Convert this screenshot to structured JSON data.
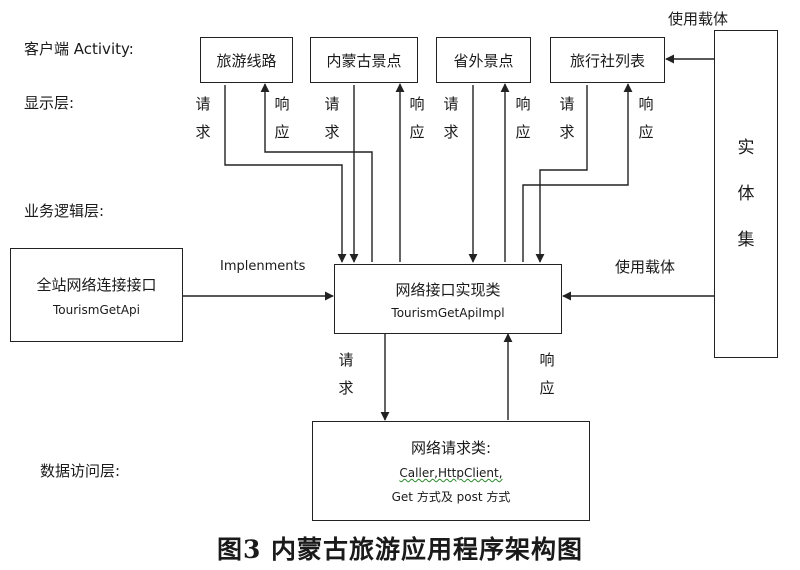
{
  "layers": {
    "client": "客户端 Activity:",
    "display": "显示层:",
    "business": "业务逻辑层:",
    "data_access": "数据访问层:"
  },
  "top_boxes": [
    "旅游线路",
    "内蒙古景点",
    "省外景点",
    "旅行社列表"
  ],
  "request_chars": [
    "请",
    "求"
  ],
  "response_chars": [
    "响",
    "应"
  ],
  "entity_box": [
    "实",
    "体",
    "集"
  ],
  "use_carrier_top": "使用载体",
  "use_carrier_mid": "使用载体",
  "interface_box": {
    "title": "全站网络连接接口",
    "name": "TourismGetApi"
  },
  "implements_label": "Implenments",
  "impl_box": {
    "title": "网络接口实现类",
    "name": "TourismGetApiImpl"
  },
  "request_box": {
    "title": "网络请求类:",
    "line1": "Caller,HttpClient,",
    "line2": "Get 方式及 post 方式"
  },
  "caption": "图3   内蒙古旅游应用程序架构图"
}
